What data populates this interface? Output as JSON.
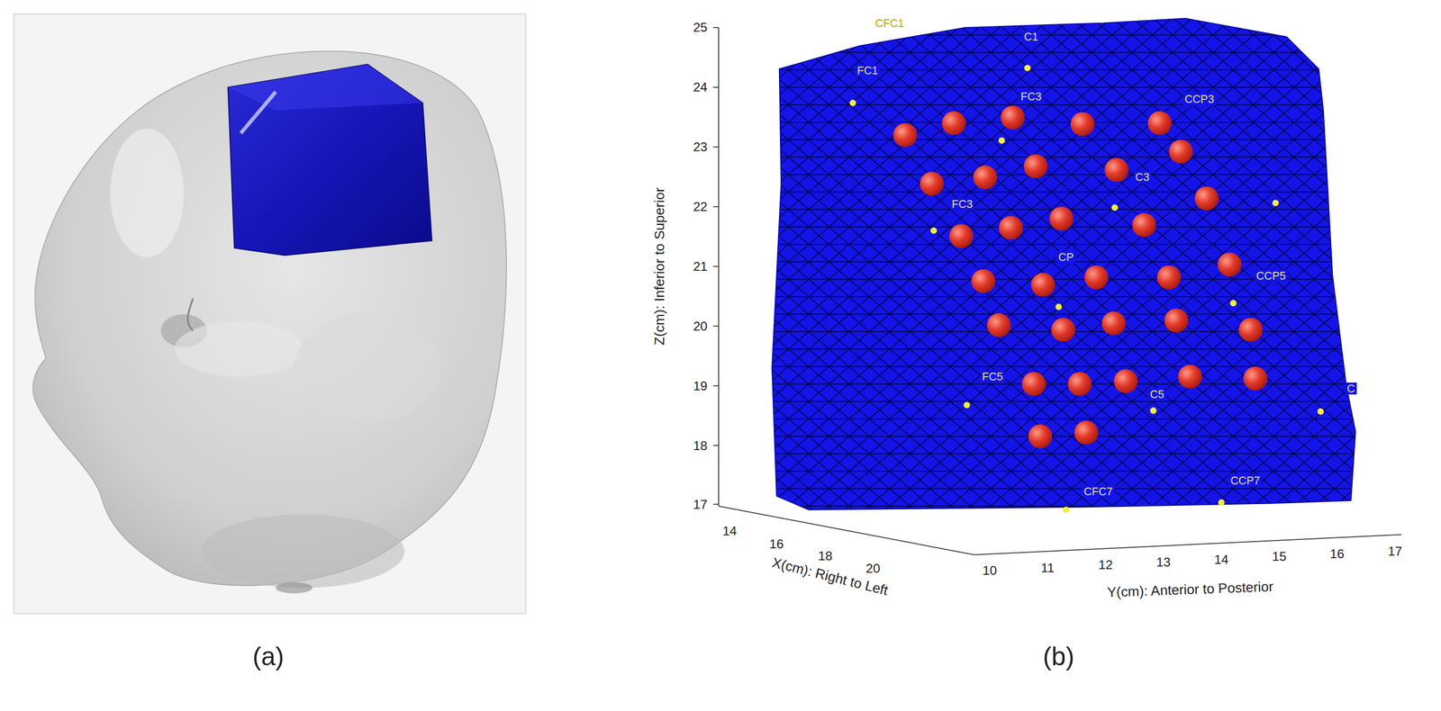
{
  "diagram": {
    "labels": [
      "(a)",
      "(b)",
      "CFC1",
      "C1",
      "FC1",
      "FC3",
      "CCP3",
      "FC3",
      "C3",
      "CP",
      "CCP5",
      "FC5",
      "C5",
      "C",
      "CFC7",
      "CCP7",
      "25",
      "24",
      "23",
      "22",
      "21",
      "20",
      "19",
      "18",
      "17",
      "14",
      "16",
      "18",
      "20",
      "10",
      "11",
      "12",
      "13",
      "14",
      "15",
      "16",
      "17",
      "Z(cm): Inferior to Superior",
      "X(cm): Right to Left",
      "Y(cm): Anterior to Posterior"
    ]
  }
}
